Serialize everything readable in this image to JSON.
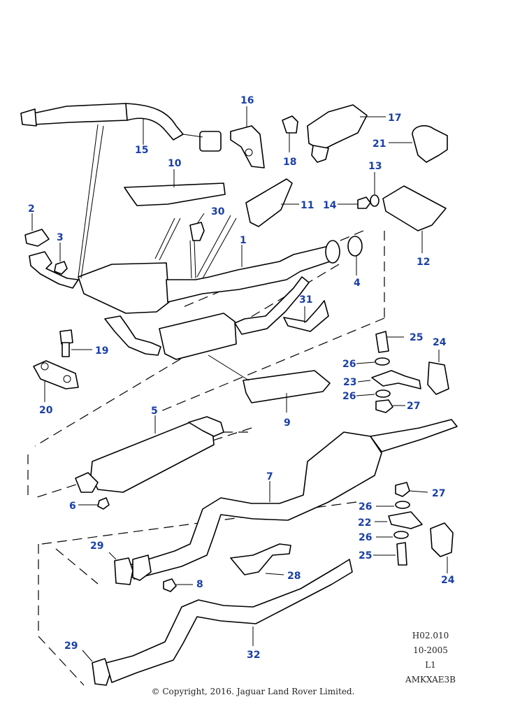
{
  "callouts": [
    {
      "id": "c1",
      "label": "1"
    },
    {
      "id": "c2",
      "label": "2"
    },
    {
      "id": "c3",
      "label": "3"
    },
    {
      "id": "c4",
      "label": "4"
    },
    {
      "id": "c5",
      "label": "5"
    },
    {
      "id": "c6",
      "label": "6"
    },
    {
      "id": "c7",
      "label": "7"
    },
    {
      "id": "c8",
      "label": "8"
    },
    {
      "id": "c9",
      "label": "9"
    },
    {
      "id": "c10",
      "label": "10"
    },
    {
      "id": "c11",
      "label": "11"
    },
    {
      "id": "c12",
      "label": "12"
    },
    {
      "id": "c13",
      "label": "13"
    },
    {
      "id": "c14",
      "label": "14"
    },
    {
      "id": "c15",
      "label": "15"
    },
    {
      "id": "c16",
      "label": "16"
    },
    {
      "id": "c17",
      "label": "17"
    },
    {
      "id": "c18",
      "label": "18"
    },
    {
      "id": "c19",
      "label": "19"
    },
    {
      "id": "c20",
      "label": "20"
    },
    {
      "id": "c21",
      "label": "21"
    },
    {
      "id": "c22",
      "label": "22"
    },
    {
      "id": "c23",
      "label": "23"
    },
    {
      "id": "c24a",
      "label": "24"
    },
    {
      "id": "c24b",
      "label": "24"
    },
    {
      "id": "c25a",
      "label": "25"
    },
    {
      "id": "c25b",
      "label": "25"
    },
    {
      "id": "c26a",
      "label": "26"
    },
    {
      "id": "c26b",
      "label": "26"
    },
    {
      "id": "c26c",
      "label": "26"
    },
    {
      "id": "c26d",
      "label": "26"
    },
    {
      "id": "c27a",
      "label": "27"
    },
    {
      "id": "c27b",
      "label": "27"
    },
    {
      "id": "c28",
      "label": "28"
    },
    {
      "id": "c29a",
      "label": "29"
    },
    {
      "id": "c29b",
      "label": "29"
    },
    {
      "id": "c30",
      "label": "30"
    },
    {
      "id": "c31",
      "label": "31"
    },
    {
      "id": "c32",
      "label": "32"
    }
  ],
  "info_block": {
    "reference": "H02.010",
    "date": "10-2005",
    "level": "L1",
    "code": "AMKXAE3B"
  },
  "copyright": "© Copyright, 2016. Jaguar Land Rover Limited.",
  "colors": {
    "callout": "#1a3fa8",
    "line": "#000000",
    "background": "#ffffff"
  }
}
